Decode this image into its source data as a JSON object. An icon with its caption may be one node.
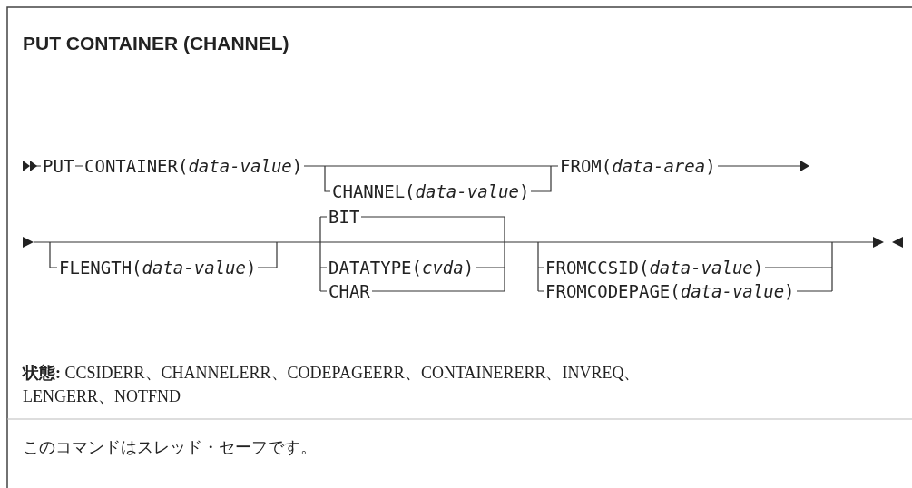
{
  "diagram": {
    "title": "PUT CONTAINER (CHANNEL)",
    "labels": [
      "PUT",
      "CONTAINER(*data-value*)",
      "CHANNEL(*data-value*)",
      "FROM(*data-area*)",
      "FLENGTH(*data-value*)",
      "BIT",
      "DATATYPE(*cvda*)",
      "CHAR",
      "FROMCCSID(*data-value*)",
      "FROMCODEPAGE(*data-value*)",
      "**状態:** CCSIDERR、CHANNELERR、CODEPAGEERR、CONTAINERERR、INVREQ、LENGERR、NOTFND",
      "このコマンドはスレッド・セーフです。"
    ]
  }
}
